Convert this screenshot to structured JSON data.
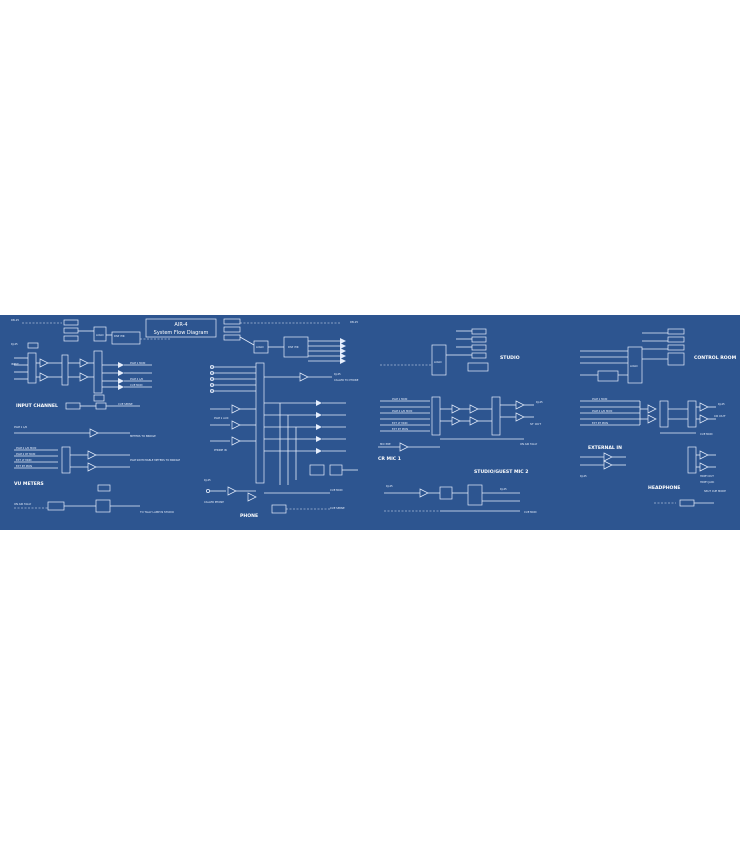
{
  "title": {
    "name": "AIR-4",
    "subtitle": "System Flow Diagram"
  },
  "sections": {
    "input_channel": "INPUT CHANNEL",
    "vu_meters": "VU METERS",
    "phone": "PHONE",
    "studio": "STUDIO",
    "cr_mic": "CR MIC 1",
    "studio_guest_mic": "STUDIO/GUEST MIC 2",
    "control_room": "CONTROL ROOM",
    "external_in": "EXTERNAL IN",
    "headphone": "HEADPHONE"
  },
  "labels": {
    "rj45": "RJ-45",
    "input": "INPUT",
    "logic": "LOGIC",
    "pgm1_left": "PGM 1 L/R",
    "pgm1_mon": "PGM 1 MON",
    "pgm2_left": "PGM 2 L/R",
    "pgm_cue": "CUE MON",
    "pgm2_mon": "PGM 2 L/R MON",
    "pgm2_rt": "PGM 2 RT MON",
    "ext_lt": "EXT LT MON",
    "ext_rt": "EXT RT MON",
    "meters_to_bridge": "METERS TO BRIDGE",
    "pgm_switchable": "PGM SWITCHABLE METERS TO BRIDGE",
    "on_air_tally": "ON AIR TALLY",
    "on_air_tally_2": "ON AIR TALLY",
    "tally_to_studio": "TO TALLY LAMP IN STUDIO",
    "cue_sense": "CUE SENSE",
    "dsp_ihr": "DSP IHR",
    "caller_phone": "CALLER PHONE",
    "phone_pgm": "PGM 1 AUX",
    "phone_caller_mix": "CALLER TO PHONE",
    "phone_in": "PHONE IN",
    "st_out": "ST OUT",
    "cr_out": "CR OUT",
    "hdph_out": "HDPH OUT",
    "hdph_jack": "HDPH JACK",
    "cue_mon": "CUE MON",
    "mic_pre": "MIC PRE",
    "split_cue": "SPLIT CUE MODE"
  }
}
